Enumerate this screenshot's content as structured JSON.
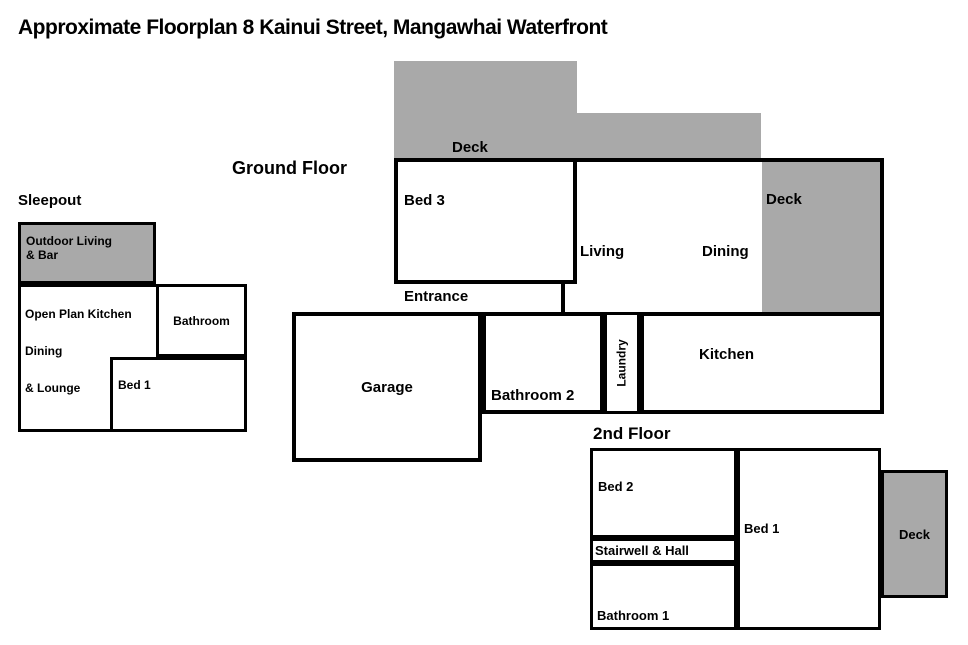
{
  "title": "Approximate Floorplan 8 Kainui Street, Mangawhai Waterfront",
  "colors": {
    "deck": "#a9a9a9",
    "wall": "#000000",
    "background": "#ffffff"
  },
  "sleepout": {
    "heading": "Sleepout",
    "outdoor_living_bar": "Outdoor Living\n& Bar",
    "open_plan": {
      "line1": "Open Plan Kitchen",
      "line2": "Dining",
      "line3": "& Lounge"
    },
    "bathroom": "Bathroom",
    "bed1": "Bed 1"
  },
  "ground_floor": {
    "heading": "Ground Floor",
    "deck_top": "Deck",
    "deck_right": "Deck",
    "bed3": "Bed 3",
    "living": "Living",
    "dining": "Dining",
    "entrance": "Entrance",
    "garage": "Garage",
    "bathroom2": "Bathroom 2",
    "laundry": "Laundry",
    "kitchen": "Kitchen"
  },
  "second_floor": {
    "heading": "2nd Floor",
    "bed2": "Bed 2",
    "stairwell_hall": "Stairwell & Hall",
    "bathroom1": "Bathroom 1",
    "bed1": "Bed 1",
    "deck": "Deck"
  }
}
